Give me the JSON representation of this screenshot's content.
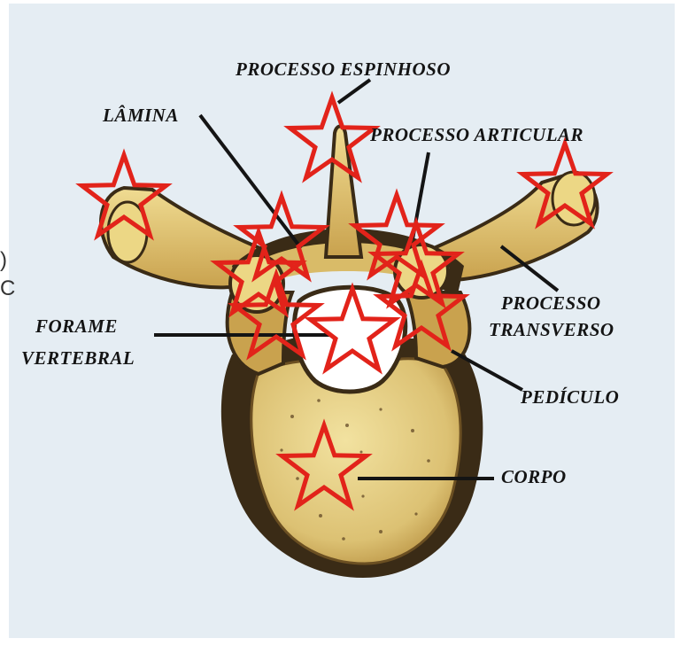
{
  "labels": {
    "processo_espinhoso": "PROCESSO ESPINHOSO",
    "lamina": "LÂMINA",
    "processo_articular": "PROCESSO ARTICULAR",
    "processo_transverso_1": "PROCESSO",
    "processo_transverso_2": "TRANSVERSO",
    "forame_vertebral_1": "FORAME",
    "forame_vertebral_2": "VERTEBRAL",
    "pediculo": "PEDÍCULO",
    "corpo": "CORPO"
  },
  "edge_glyphs": {
    "top": ")",
    "bottom": "C"
  },
  "colors": {
    "background": "#e5edf3",
    "bone_light": "#ecd785",
    "bone_mid": "#c8a54a",
    "bone_dark": "#3a2b16",
    "star": "#e2231a",
    "label": "#141414"
  },
  "star_markers": [
    "espinhoso",
    "lamina-left",
    "lamina-center",
    "articular-left",
    "articular-right",
    "forame",
    "pediculo-left",
    "pediculo-right",
    "transverso-left",
    "transverso-right",
    "corpo"
  ]
}
